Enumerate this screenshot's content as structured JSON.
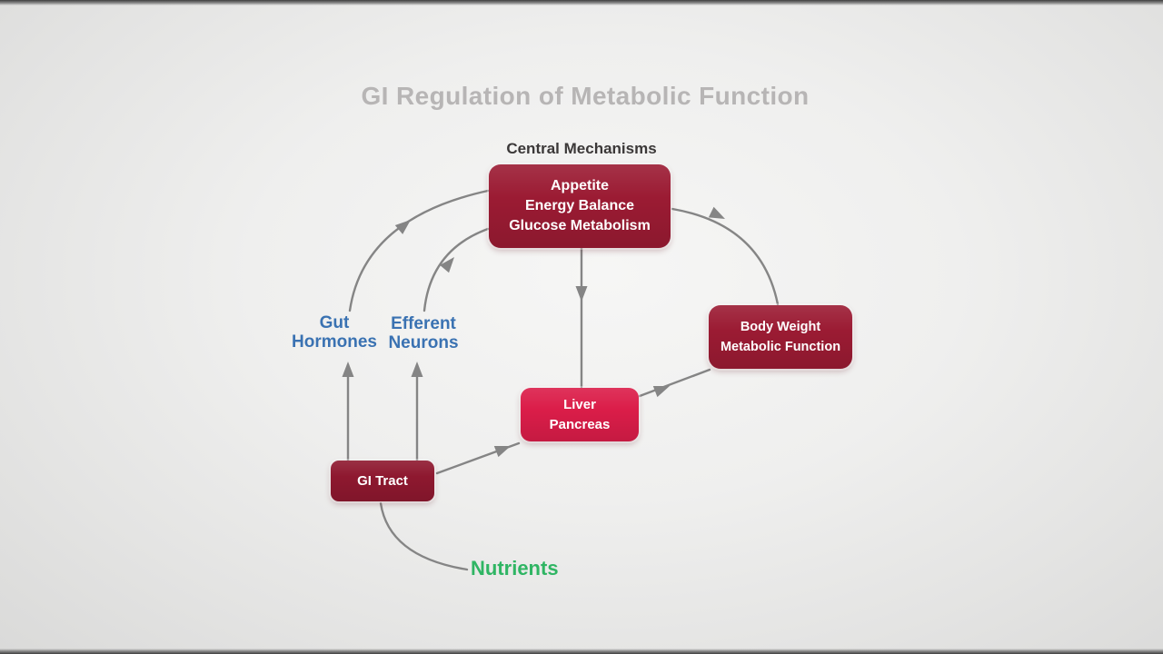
{
  "title": "GI Regulation of Metabolic Function",
  "diagram": {
    "central_label": "Central Mechanisms",
    "arrow_color": "#858585",
    "nodes": {
      "appetite": {
        "lines": [
          "Appetite",
          "Energy Balance",
          "Glucose Metabolism"
        ],
        "color": "#9B1B33"
      },
      "body_weight": {
        "lines": [
          "Body Weight",
          "Metabolic Function"
        ],
        "color": "#9B1B33"
      },
      "liver": {
        "lines": [
          "Liver",
          "Pancreas"
        ],
        "color": "#DB1D49"
      },
      "gi_tract": {
        "lines": [
          "GI Tract"
        ],
        "color": "#8E182F"
      }
    },
    "labels": {
      "gut_hormones": {
        "lines": [
          "Gut",
          "Hormones"
        ],
        "color": "#3A72B2"
      },
      "efferent_neurons": {
        "lines": [
          "Efferent",
          "Neurons"
        ],
        "color": "#3A72B2"
      },
      "nutrients": {
        "text": "Nutrients",
        "color": "#2FB563"
      }
    },
    "connections": [
      "gut-hormones-to-appetite",
      "efferent-neurons-to-appetite",
      "appetite-to-liver-pancreas",
      "appetite-to-body-weight",
      "liver-pancreas-to-body-weight",
      "gi-tract-to-gut-hormones",
      "gi-tract-to-efferent-neurons",
      "gi-tract-to-liver-pancreas",
      "gi-tract-to-nutrients"
    ]
  }
}
